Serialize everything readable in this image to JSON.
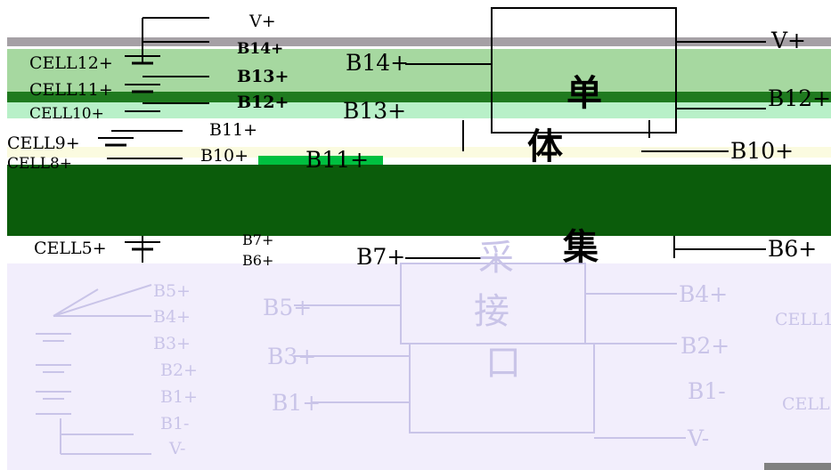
{
  "colors": {
    "gray_band": "#a5a0a5",
    "light_green": "#a6d8a0",
    "mid_green": "#1f7a1f",
    "bright_green": "#00c040",
    "dark_green": "#0b5c0b",
    "pale_yellow": "#fbfbe0",
    "pale_lavender": "#f2eefc",
    "faint_text": "#c9c4e8",
    "mint": "#b8f0c8"
  },
  "left_cells": [
    "CELL12+",
    "CELL11+",
    "CELL10+",
    "CELL9+",
    "CELL8+",
    "CELL5+"
  ],
  "left_bus": [
    "V+",
    "B14+",
    "B13+",
    "B12+",
    "B11+",
    "B10+",
    "B7+",
    "B6+",
    "B5+",
    "B4+",
    "B3+",
    "B2+",
    "B1+",
    "B1-",
    "V-"
  ],
  "chip_left_pins": [
    "B14+",
    "B13+",
    "B11+",
    "B7+",
    "B5+",
    "B3+",
    "B1+"
  ],
  "chip_right_pins": [
    "V+",
    "B12+",
    "B10+",
    "B6+",
    "B4+",
    "B2+",
    "B1-",
    "V-"
  ],
  "chip_title_chars": [
    "单",
    "体",
    "采",
    "集",
    "接",
    "口"
  ],
  "right_cells": [
    "CELL1",
    "CELL"
  ]
}
